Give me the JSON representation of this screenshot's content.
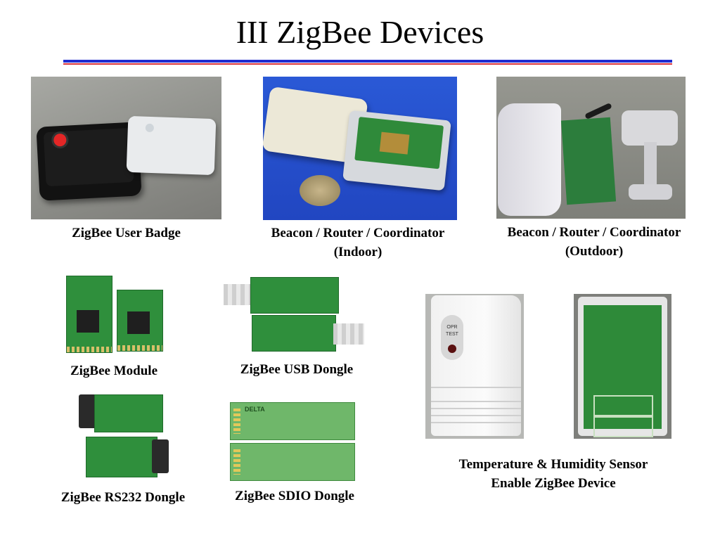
{
  "slide": {
    "title": "III ZigBee Devices"
  },
  "devices": [
    {
      "caption_line1": "ZigBee User Badge",
      "caption_line2": ""
    },
    {
      "caption_line1": "Beacon / Router / Coordinator",
      "caption_line2": "(Indoor)"
    },
    {
      "caption_line1": "Beacon / Router / Coordinator",
      "caption_line2": "(Outdoor)"
    },
    {
      "caption_line1": "ZigBee Module",
      "caption_line2": ""
    },
    {
      "caption_line1": "ZigBee USB Dongle",
      "caption_line2": ""
    },
    {
      "caption_line1": "ZigBee RS232 Dongle",
      "caption_line2": ""
    },
    {
      "caption_line1": "ZigBee SDIO Dongle",
      "caption_line2": ""
    },
    {
      "caption_line1": "Temperature & Humidity Sensor",
      "caption_line2": "Enable ZigBee Device"
    }
  ],
  "photo_text": {
    "sensor_button_label_1": "OPR",
    "sensor_button_label_2": "TEST",
    "sdio_brand": "DELTA"
  },
  "colors": {
    "rule_blue": "#1f2bd0",
    "rule_red": "#d8323a"
  }
}
